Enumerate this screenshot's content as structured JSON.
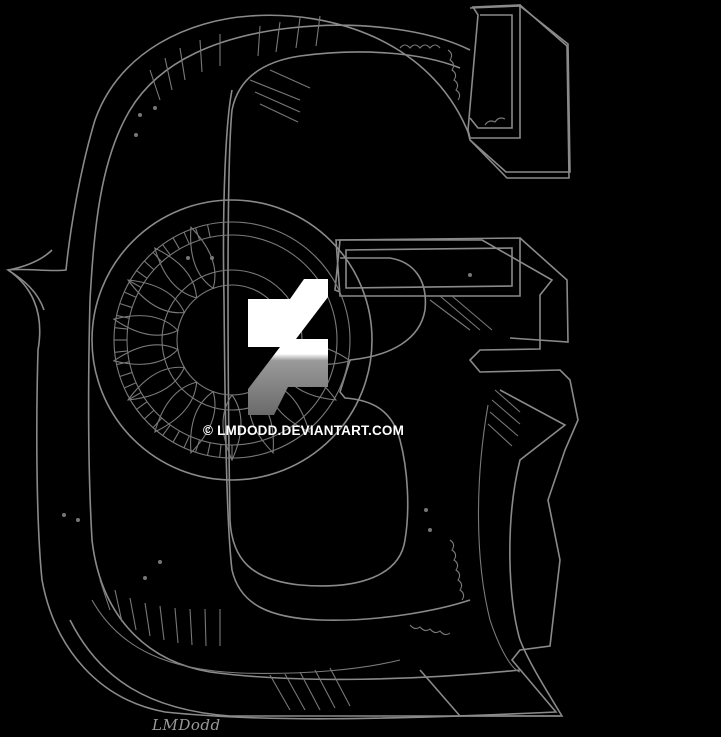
{
  "image": {
    "subject": "Ornamental letter G drawn with mandala and zentangle patterns",
    "background_color": "#000000",
    "line_color": "#8a8a8a"
  },
  "watermark": {
    "logo_icon": "deviantart-logo-icon",
    "text": "© LMDODD.DEVIANTART.COM",
    "color": "#ffffff"
  },
  "signature": {
    "text": "LMDodd"
  }
}
